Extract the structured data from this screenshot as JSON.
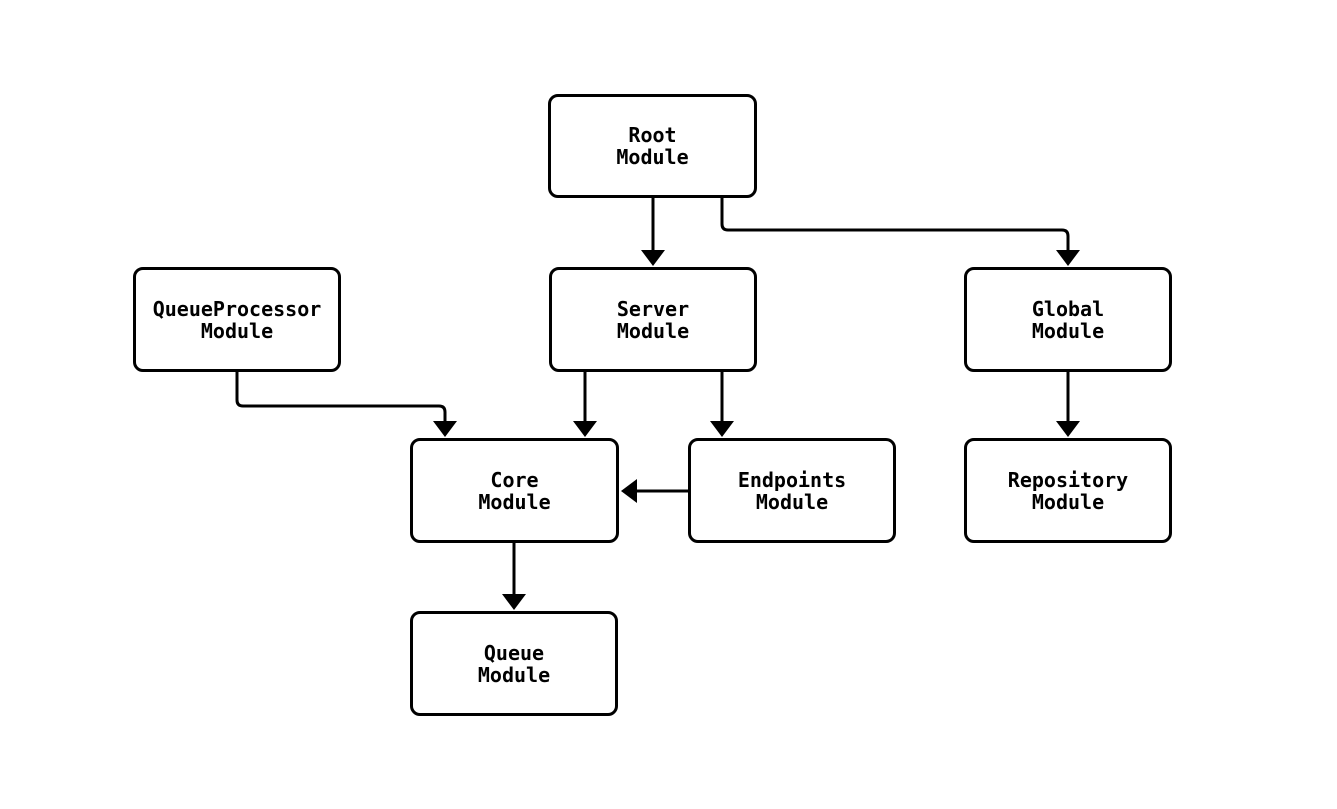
{
  "diagram": {
    "type": "flowchart",
    "direction": "top-down",
    "colors": {
      "background": "#ffffff",
      "node_fill": "#ffffff",
      "line": "#000000",
      "text": "#000000"
    },
    "nodes": [
      {
        "id": "root",
        "label": "Root\nModule"
      },
      {
        "id": "queueprocessor",
        "label": "QueueProcessor\nModule"
      },
      {
        "id": "server",
        "label": "Server\nModule"
      },
      {
        "id": "global",
        "label": "Global\nModule"
      },
      {
        "id": "core",
        "label": "Core\nModule"
      },
      {
        "id": "endpoints",
        "label": "Endpoints\nModule"
      },
      {
        "id": "repository",
        "label": "Repository\nModule"
      },
      {
        "id": "queue",
        "label": "Queue\nModule"
      }
    ],
    "edges": [
      {
        "from": "root",
        "to": "server"
      },
      {
        "from": "root",
        "to": "global"
      },
      {
        "from": "queueprocessor",
        "to": "core"
      },
      {
        "from": "server",
        "to": "core"
      },
      {
        "from": "server",
        "to": "endpoints"
      },
      {
        "from": "global",
        "to": "repository"
      },
      {
        "from": "endpoints",
        "to": "core"
      },
      {
        "from": "core",
        "to": "queue"
      }
    ]
  }
}
